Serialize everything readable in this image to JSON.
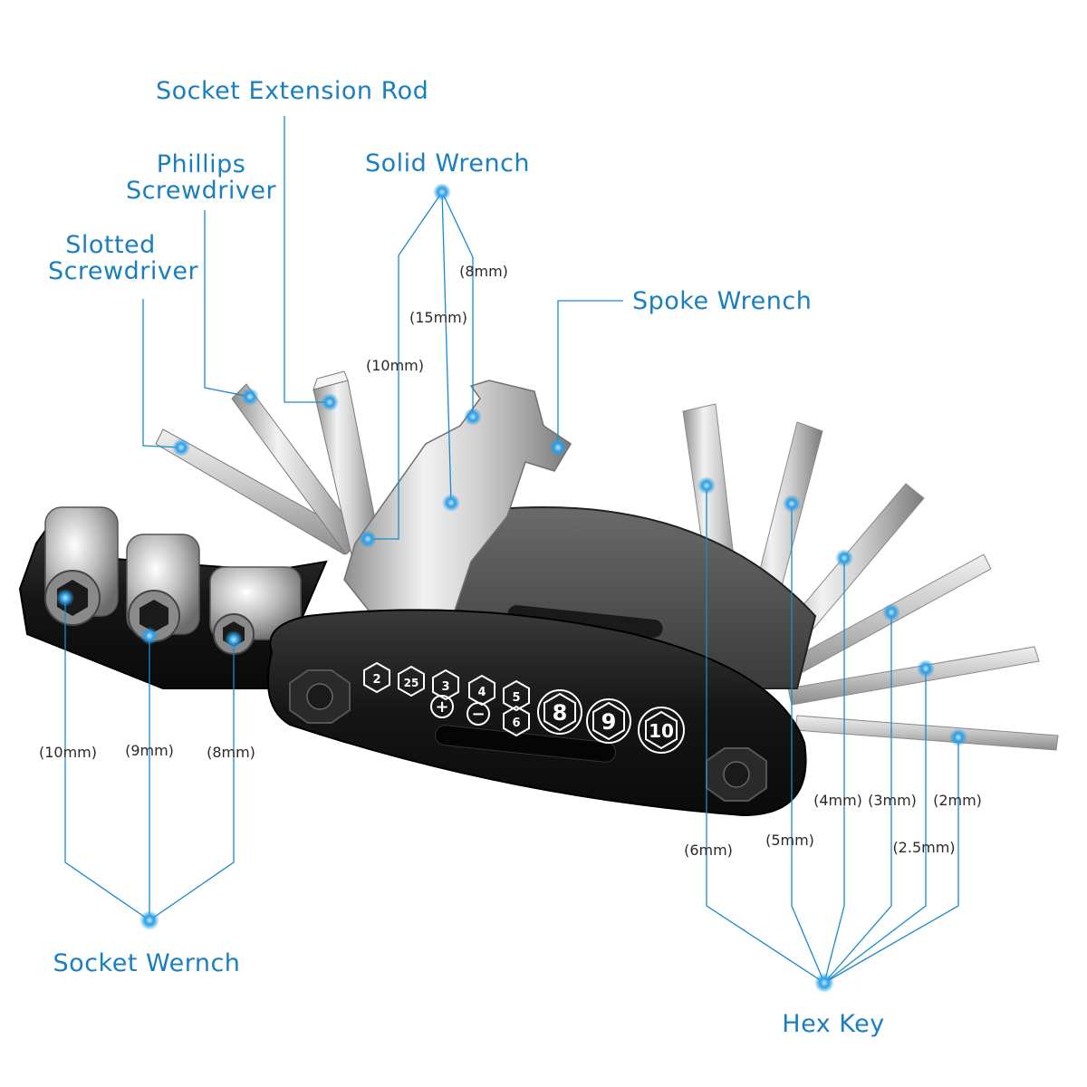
{
  "labels": {
    "socket_extension_rod": "Socket Extension Rod",
    "phillips_line1": "Phillips",
    "phillips_line2": "Screwdriver",
    "solid_wrench": "Solid Wrench",
    "slotted_line1": "Slotted",
    "slotted_line2": "Screwdriver",
    "spoke_wrench": "Spoke Wrench",
    "socket_wrench": "Socket Wernch",
    "hex_key": "Hex Key"
  },
  "solid_wrench_sizes": {
    "s8": "(8mm)",
    "s15": "(15mm)",
    "s10": "(10mm)"
  },
  "socket_sizes": {
    "s10": "(10mm)",
    "s9": "(9mm)",
    "s8": "(8mm)"
  },
  "hex_sizes": {
    "h6": "(6mm)",
    "h5": "(5mm)",
    "h4": "(4mm)",
    "h3": "(3mm)",
    "h25": "(2.5mm)",
    "h2": "(2mm)"
  },
  "body_markings": {
    "row1": [
      "2",
      "25",
      "3",
      "4",
      "5"
    ],
    "plus": "+",
    "minus": "−",
    "six": "6",
    "large": [
      "8",
      "9",
      "10"
    ]
  },
  "colors": {
    "accent": "#1a7fbf",
    "body": "#1c1c1c",
    "metal": "#c9c9c9"
  }
}
